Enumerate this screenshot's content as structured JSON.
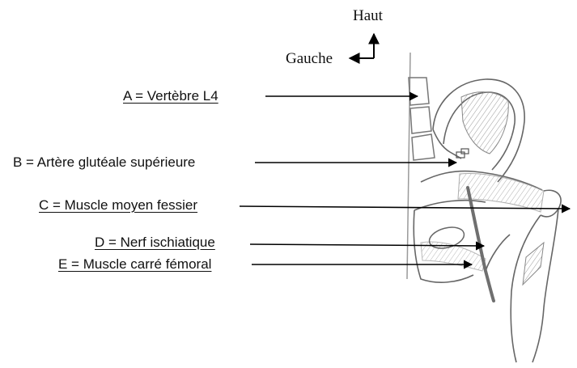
{
  "orientation": {
    "up": "Haut",
    "left": "Gauche"
  },
  "labels": {
    "a": "A = Vertèbre L4",
    "b": "B = Artère glutéale supérieure",
    "c": "C = Muscle moyen fessier",
    "d": "D = Nerf ischiatique",
    "e": "E = Muscle carré fémoral"
  }
}
